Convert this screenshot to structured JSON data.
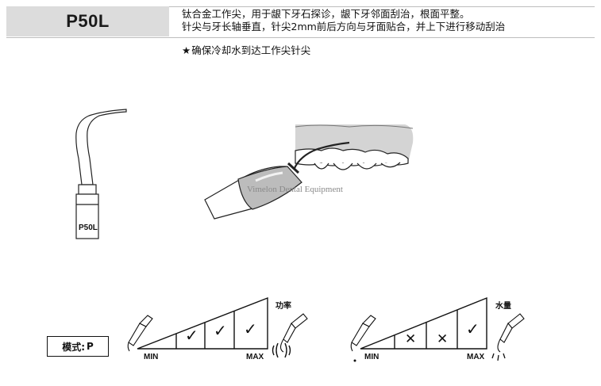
{
  "header": {
    "model": "P50L",
    "description_lines": [
      "钛合金工作尖，用于龈下牙石探诊，龈下牙邻面刮治，根面平整。",
      "针尖与牙长轴垂直，针尖2mm前后方向与牙面贴合，并上下进行移动刮治"
    ],
    "note_star": "★",
    "note": "确保冷却水到达工作尖针尖"
  },
  "tip_label": "P50L",
  "watermark": "Vimelon Dental Equipment",
  "mode": {
    "label": "模式:",
    "value": "P"
  },
  "power_gauge": {
    "title": "功率",
    "min": "MIN",
    "max": "MAX",
    "levels": [
      "✓",
      "✓",
      "✓"
    ]
  },
  "water_gauge": {
    "title": "水量",
    "min": "MIN",
    "max": "MAX",
    "levels": [
      "✕",
      "✕",
      "✓"
    ]
  }
}
